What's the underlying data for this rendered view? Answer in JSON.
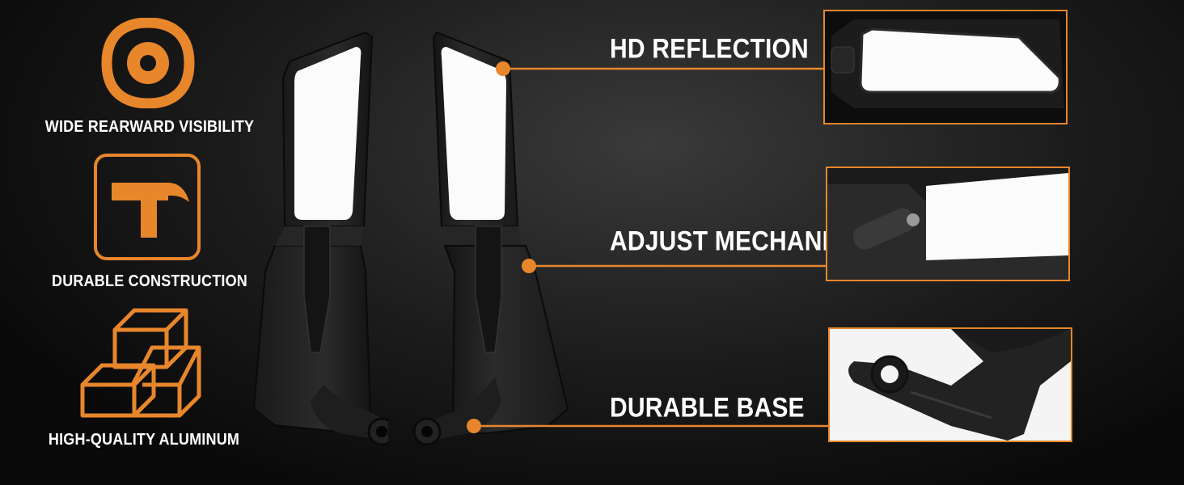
{
  "features": [
    {
      "label": "WIDE REARWARD VISIBILITY",
      "icon": "eye-icon"
    },
    {
      "label": "DURABLE CONSTRUCTION",
      "icon": "hammer-icon"
    },
    {
      "label": "HIGH-QUALITY ALUMINUM",
      "icon": "aluminum-blocks-icon"
    }
  ],
  "callouts": [
    {
      "label": "HD REFLECTION"
    },
    {
      "label": "ADJUST MECHANISM"
    },
    {
      "label": "DURABLE BASE"
    }
  ],
  "colors": {
    "accent": "#e8862b",
    "text": "#ffffff",
    "background": "#111111"
  }
}
